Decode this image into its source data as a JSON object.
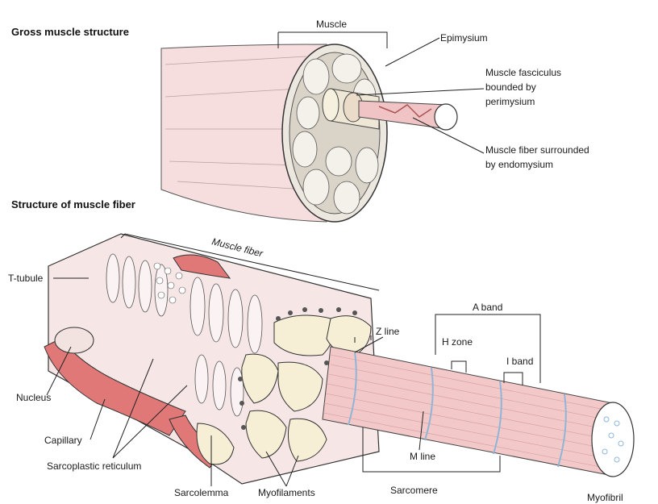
{
  "gross": {
    "title": "Gross muscle structure",
    "labels": {
      "muscle": "Muscle",
      "epimysium": "Epimysium",
      "fasciculus_1": "Muscle fasciculus",
      "fasciculus_2": "bounded by",
      "fasciculus_3": "perimysium",
      "fiber_1": "Muscle fiber surrounded",
      "fiber_2": "by endomysium"
    }
  },
  "fiber": {
    "title": "Structure of muscle fiber",
    "labels": {
      "muscle_fiber": "Muscle fiber",
      "t_tubule": "T-tubule",
      "nucleus": "Nucleus",
      "capillary": "Capillary",
      "sarcoplasmic_reticulum": "Sarcoplastic reticulum",
      "sarcolemma": "Sarcolemma",
      "myofilaments": "Myofilaments",
      "z_line": "Z line",
      "a_band": "A band",
      "h_zone": "H zone",
      "i_band": "I band",
      "m_line": "M line",
      "sarcomere": "Sarcomere",
      "myofibril": "Myofibril"
    }
  },
  "colors": {
    "flesh": "#f2c8c8",
    "flesh_dark": "#e59a9a",
    "capillary_red": "#e07878",
    "cream": "#f6efd6",
    "band_blue": "#8fb6d8"
  }
}
